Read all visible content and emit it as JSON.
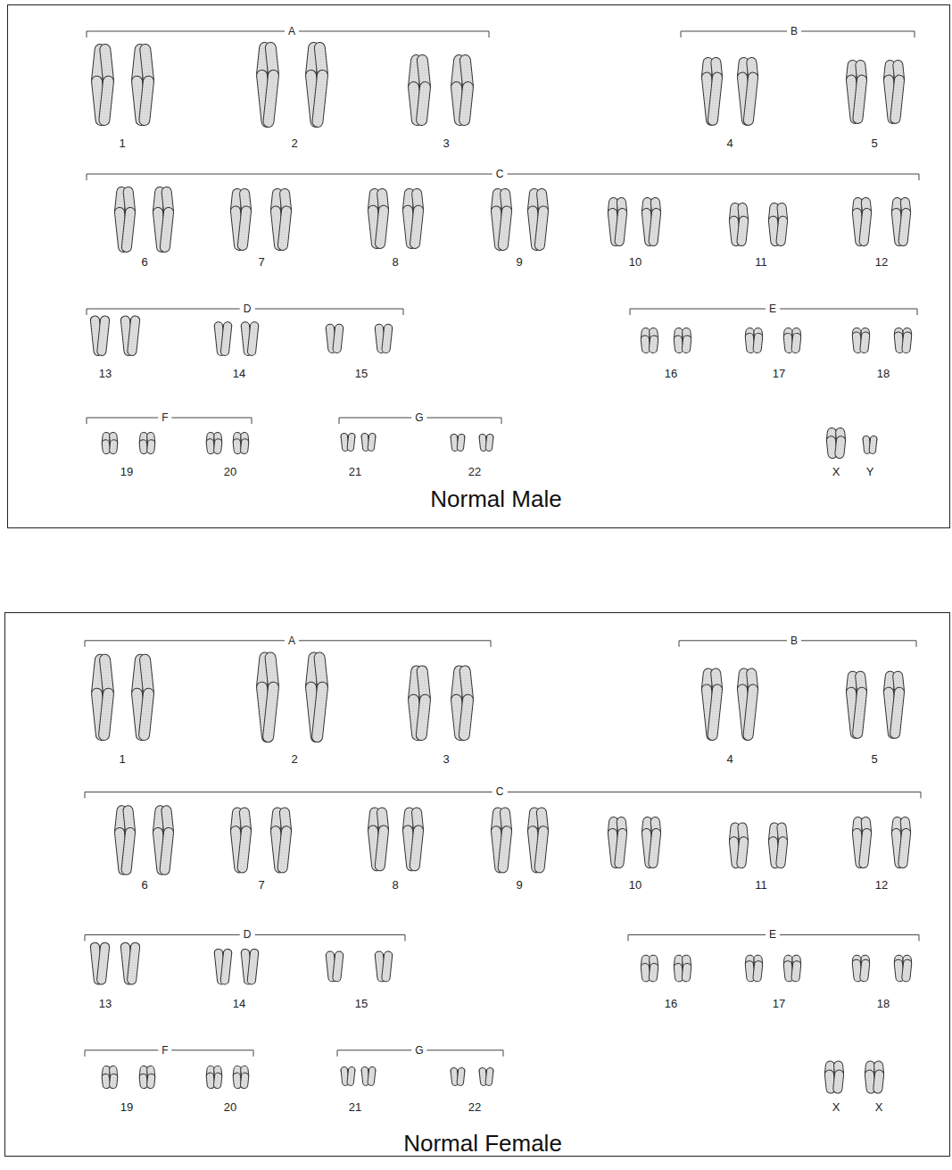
{
  "diagram": {
    "nodes": [
      {
        "text": [
          "Normal Male"
        ]
      },
      {
        "text": [
          "Normal Female"
        ]
      }
    ],
    "labels": [
      "A",
      "B",
      "1",
      "2",
      "3",
      "4",
      "5",
      "C",
      "6",
      "7",
      "8",
      "9",
      "10",
      "11",
      "12",
      "D",
      "13",
      "14",
      "15",
      "E",
      "16",
      "17",
      "18",
      "F",
      "19",
      "20",
      "G",
      "21",
      "22",
      "X",
      "Y",
      "A",
      "B",
      "1",
      "2",
      "3",
      "4",
      "5",
      "C",
      "6",
      "7",
      "8",
      "9",
      "10",
      "11",
      "12",
      "D",
      "13",
      "14",
      "15",
      "E",
      "16",
      "17",
      "18",
      "F",
      "19",
      "20",
      "G",
      "21",
      "22",
      "X",
      "X"
    ]
  }
}
